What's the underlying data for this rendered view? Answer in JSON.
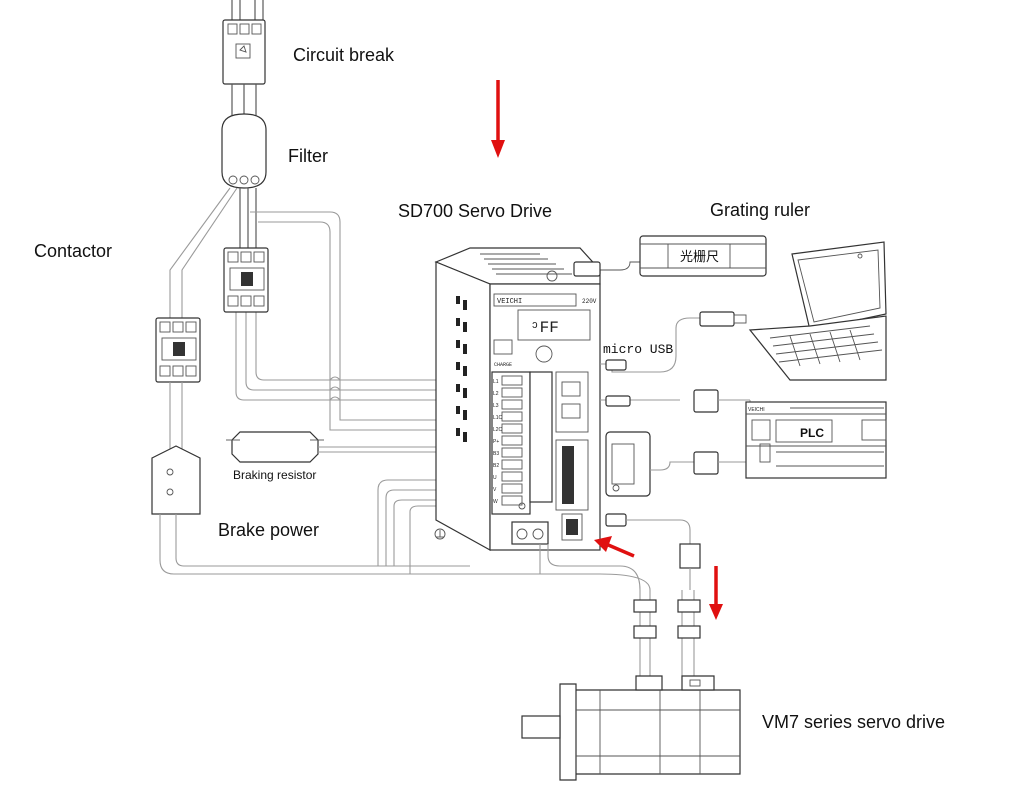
{
  "labels": {
    "circuit_break": "Circuit break",
    "filter": "Filter",
    "contactor": "Contactor",
    "servo_drive": "SD700 Servo Drive",
    "grating_ruler": "Grating ruler",
    "braking_resistor": "Braking resistor",
    "brake_power": "Brake power",
    "micro_usb": "micro USB",
    "plc": "PLC",
    "motor": "VM7 series servo drive",
    "grating_chinese": "光栅尺",
    "display": "ᵓFF"
  },
  "terminals": [
    "L1",
    "L2",
    "L3",
    "L1C",
    "L2C",
    "P+",
    "B3",
    "B2",
    "U",
    "V",
    "W"
  ],
  "colors": {
    "arrow": "#e01010",
    "line": "#5a5a5a"
  }
}
